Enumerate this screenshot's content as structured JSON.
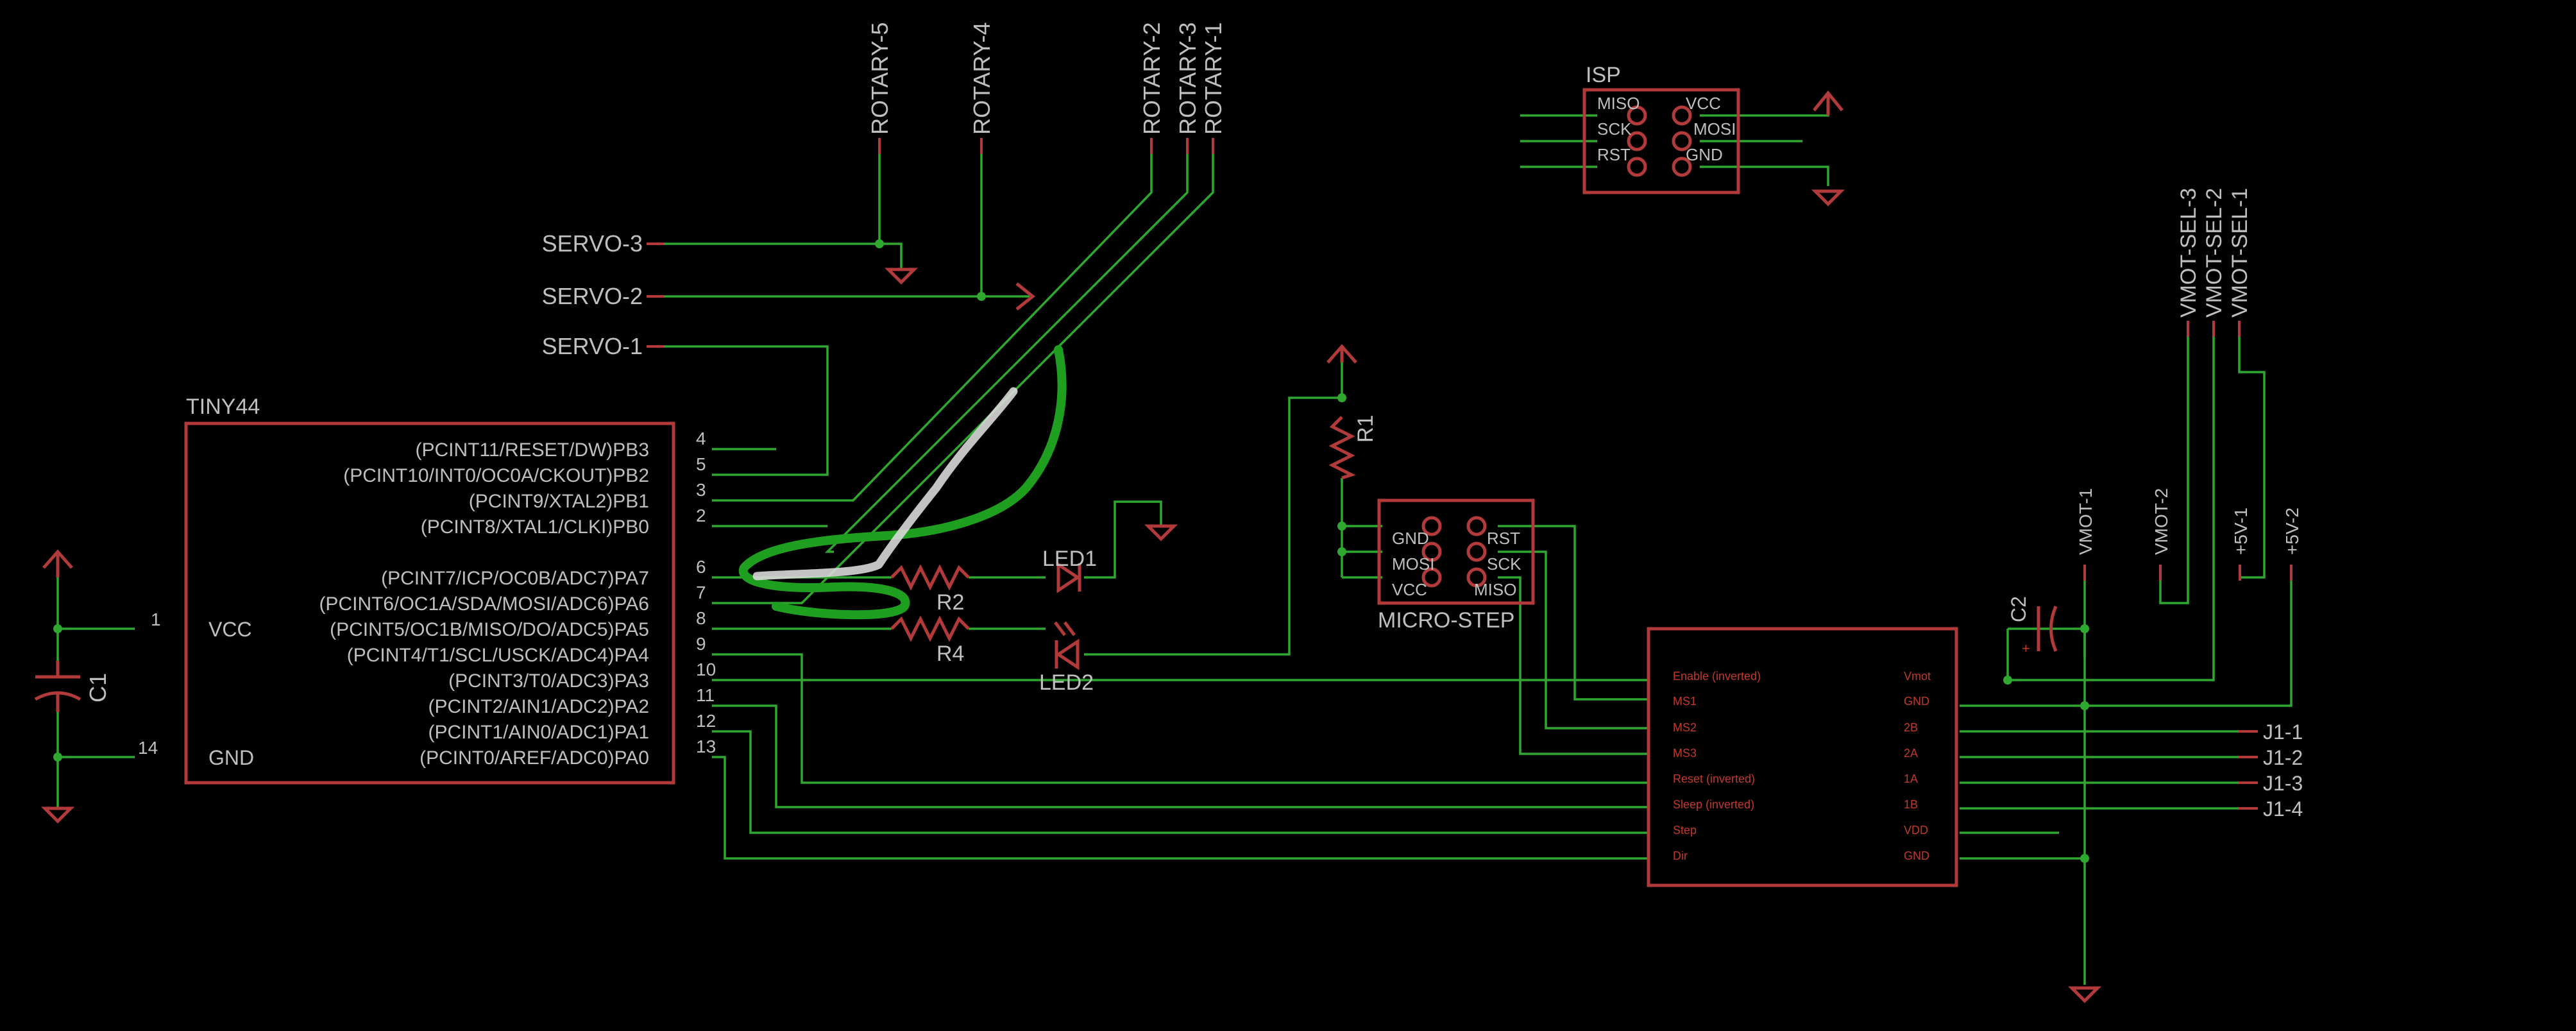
{
  "colors": {
    "background": "#000000",
    "wire": "#2fa82f",
    "part": "#b23a3a",
    "label": "#bfbfbf",
    "highlight_green": "#1f9f1f",
    "highlight_white": "#d8d8d8"
  },
  "labels": {
    "rotary": [
      "ROTARY-5",
      "ROTARY-4",
      "ROTARY-2",
      "ROTARY-3",
      "ROTARY-1"
    ],
    "servo": [
      "SERVO-3",
      "SERVO-2",
      "SERVO-1"
    ],
    "tiny44": {
      "name": "TINY44",
      "vcc": "VCC",
      "gnd": "GND",
      "pins_right": [
        {
          "name": "(PCINT11/RESET/DW)PB3",
          "num": "4"
        },
        {
          "name": "(PCINT10/INT0/OC0A/CKOUT)PB2",
          "num": "5"
        },
        {
          "name": "(PCINT9/XTAL2)PB1",
          "num": "3"
        },
        {
          "name": "(PCINT8/XTAL1/CLKI)PB0",
          "num": "2"
        },
        {
          "name": "(PCINT7/ICP/OC0B/ADC7)PA7",
          "num": "6"
        },
        {
          "name": "(PCINT6/OC1A/SDA/MOSI/ADC6)PA6",
          "num": "7"
        },
        {
          "name": "(PCINT5/OC1B/MISO/DO/ADC5)PA5",
          "num": "8"
        },
        {
          "name": "(PCINT4/T1/SCL/USCK/ADC4)PA4",
          "num": "9"
        },
        {
          "name": "(PCINT3/T0/ADC3)PA3",
          "num": "10"
        },
        {
          "name": "(PCINT2/AIN1/ADC2)PA2",
          "num": "11"
        },
        {
          "name": "(PCINT1/AIN0/ADC1)PA1",
          "num": "12"
        },
        {
          "name": "(PCINT0/AREF/ADC0)PA0",
          "num": "13"
        }
      ],
      "pin_vcc": "1",
      "pin_gnd": "14"
    },
    "c1": "C1",
    "c2": "C2",
    "r1": "R1",
    "r2": "R2",
    "r4": "R4",
    "led1": "LED1",
    "led2": "LED2",
    "isp": {
      "title": "ISP",
      "pins": [
        "MISO",
        "VCC",
        "SCK",
        "MOSI",
        "RST",
        "GND"
      ]
    },
    "microstep": {
      "title": "MICRO-STEP",
      "pins": [
        "GND",
        "RST",
        "MOSI",
        "SCK",
        "VCC",
        "MISO"
      ]
    },
    "driver": {
      "left": [
        "Enable (inverted)",
        "MS1",
        "MS2",
        "MS3",
        "Reset (inverted)",
        "Sleep (inverted)",
        "Step",
        "Dir"
      ],
      "right": [
        "Vmot",
        "GND",
        "2B",
        "2A",
        "1A",
        "1B",
        "VDD",
        "GND"
      ]
    },
    "vmot_sel": [
      "VMOT-SEL-3",
      "VMOT-SEL-2",
      "VMOT-SEL-1"
    ],
    "vmot": [
      "VMOT-1",
      "VMOT-2"
    ],
    "plus5v": [
      "+5V-1",
      "+5V-2"
    ],
    "j1": [
      "J1-1",
      "J1-2",
      "J1-3",
      "J1-4"
    ],
    "c2_plus": "+"
  }
}
